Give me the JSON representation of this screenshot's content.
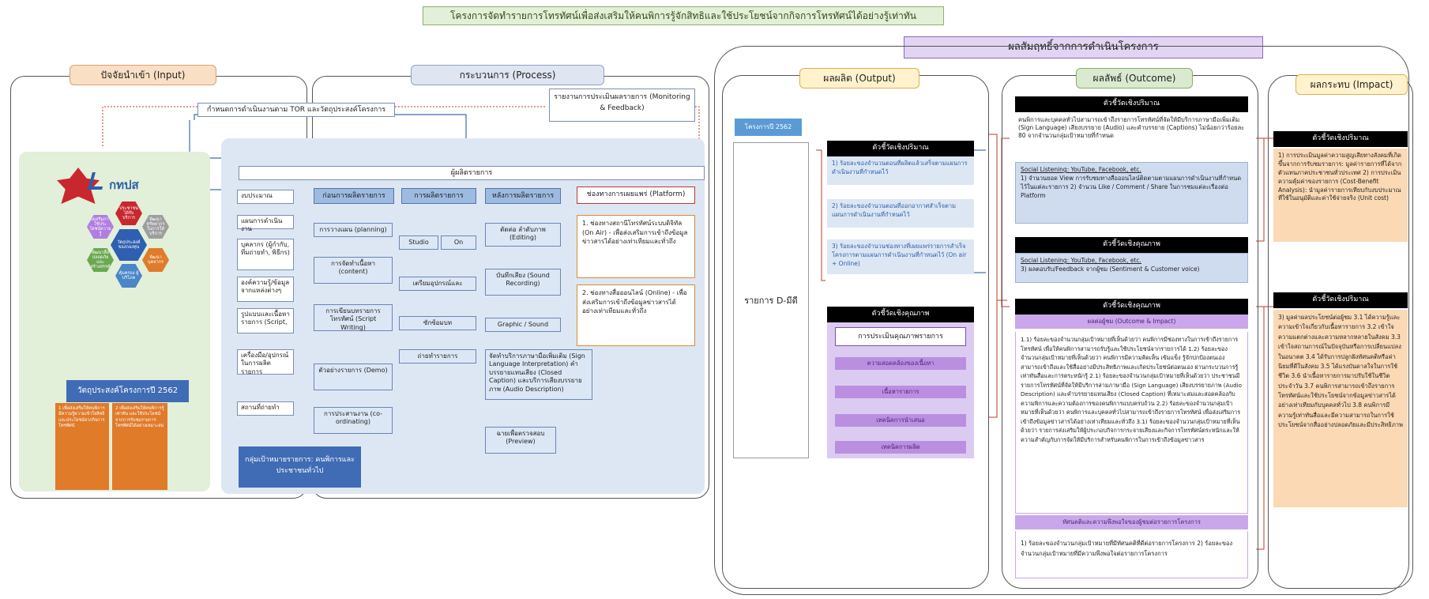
{
  "title": "โครงการจัดทำรายการโทรทัศน์เพื่อส่งเสริมให้คนพิการรู้จักสิทธิและใช้ประโยชน์จากกิจการโทรทัศน์ได้อย่างรู้เท่าทัน",
  "outcome_header": "ผลสัมฤทธิ์จากการดำเนินโครงการ",
  "input": {
    "header": "ปัจจัยนำเข้า (Input)",
    "logo_text": "กทปส",
    "hex_center": "วัตถุประสงค์ ของกองทุน",
    "hex_items": [
      "ประชาชน ได้รับ บริการ",
      "พัฒนา ทรัพยากร ในการให้ บริการ",
      "พัฒนา บุคลากร",
      "คุ้มครอง ผู้บริโภค",
      "พัฒนาสื่อ ปลอดภัย และ สร้างสรรค์",
      "ส่งเสริมการ ใช้ประ โยชน์ความ รู้"
    ],
    "objective_title": "วัตถุประสงค์โครงการปี 2562",
    "objective_1": "1 เพื่อส่งเสริมให้คนพิการมีความรู้ความเข้าใจสิทธิ และประโยชน์จากกิจการโทรทัศน์",
    "objective_2": "2 เพื่อส่งเสริมให้คนพิการรู้เท่าทัน และใช้ประโยชน์จากการรับชมรายการโทรทัศน์ได้อย่างเหมาะสม"
  },
  "process": {
    "header": "กระบวนการ (Process)",
    "tor_label": "กำหนดการดำเนินงานตาม TOR และวัตถุประสงค์โครงการ",
    "monitoring_label": "รายงานการประเมินผลรายการ (Monitoring & Feedback)",
    "producer": "ผู้ผลิตรายการ",
    "resources": [
      "งบประมาณ",
      "แผนการดำเนินงาน",
      "บุคลากร (ผู้กำกับ, ทีมถ่ายทำ, พิธีกร)",
      "องค์ความรู้/ข้อมูลจากแหล่งต่างๆ",
      "รูปแบบและเนื้อหารายการ (Script,",
      "เครื่องมือ/อุปกรณ์ในการผลิตรายการ",
      "สถานที่ถ่ายทำ"
    ],
    "pre_head": "ก่อนการผลิตรายการ",
    "pre_steps": [
      "การวางแผน (planning)",
      "การจัดทำเนื้อหา (content)",
      "การเขียนบทรายการโทรทัศน์ (Script Writing)",
      "ตัวอย่างรายการ (Demo)",
      "การประสานงาน (co-ordinating)"
    ],
    "prod_head": "การผลิตรายการ",
    "prod_studio": "Studio",
    "prod_on": "On",
    "prod_steps": [
      "เตรียมอุปกรณ์และ",
      "ซักซ้อมบท",
      "ถ่ายทำรายการ"
    ],
    "post_head": "หลังการผลิตรายการ",
    "post_steps": [
      "ตัดต่อ ลำดับภาพ (Editing)",
      "บันทึกเสียง (Sound Recording)",
      "Graphic / Sound",
      "จัดทำบริการภาษามือเพิ่มเติม (Sign Language Interpretation) คำบรรยายแทนเสียง (Closed Caption) และบริการเสียงบรรยายภาพ (Audio Description)",
      "ฉายเพื่อตรวจสอบ (Preview)"
    ],
    "platform_head": "ช่องทางการเผยแพร่ (Platform)",
    "platform_1": "1. ช่องทางสถานีโทรทัศน์ระบบดิจิทัล (On Air) - เพื่อส่งเสริมการเข้าถึงข้อมูลข่าวสารได้อย่างเท่าเทียมและทั่วถึง",
    "platform_2": "2. ช่องทางสื่อออนไลน์ (Online) - เพื่อส่งเสริมการเข้าถึงข้อมูลข่าวสารได้อย่างเท่าเทียมและทั่วถึง",
    "target_group": "กลุ่มเป้าหมายรายการ: คนพิการและประชาชนทั่วไป"
  },
  "output": {
    "header": "ผลผลิต (Output)",
    "year": "โครงการปี 2562",
    "program": "รายการ D-มีดี",
    "quant_head": "ตัวชี้วัดเชิงปริมาณ",
    "quant_1": "1) ร้อยละของจำนวนตอนที่ผลิตแล้วเสร็จตามแผนการดำเนินงานที่กำหนดไว้",
    "quant_2": "2) ร้อยละของจำนวนตอนที่ออกอากาศสำเร็จตามแผนการดำเนินงานที่กำหนดไว้",
    "quant_3": "3) ร้อยละของจำนวนช่องทางที่เผยแพร่รายการสำเร็จโครงการตามแผนการดำเนินงานที่กำหนดไว้ (On air + Online)",
    "qual_head": "ตัวชี้วัดเชิงคุณภาพ",
    "qual_title": "การประเมินคุณภาพรายการ",
    "qual_items": [
      "ความสอดคล้องของเนื้อหา",
      "เนื้อหารายการ",
      "เทคนิคการนำเสนอ",
      "เทคนิคการผลิต"
    ]
  },
  "outcome": {
    "header": "ผลลัพธ์ (Outcome)",
    "quant_head": "ตัวชี้วัดเชิงปริมาณ",
    "quant_text": "คนพิการและบุคคลทั่วไปสามารถเข้าถึงรายการโทรทัศน์ที่จัดให้มีบริการภาษามือเพิ่มเติม (Sign Language) เสียงบรรยาย (Audio) และคำบรรยาย (Captions) ไม่น้อยกว่าร้อยละ 80 จากจำนวนกลุ่มเป้าหมายที่กำหนด",
    "social_1": "Social Listening: YouTube, Facebook, etc.",
    "social_1_items": "1) จำนวนยอด View การรับชมทางสื่อออนไลน์ติดตามตามแผนการดำเนินงานที่กำหนดไว้ในแต่ละรายการ 2) จำนวน Like / Comment / Share ในการชมแต่ละเรื่องต่อ Platform",
    "qual_head": "ตัวชี้วัดเชิงคุณภาพ",
    "social_2": "Social Listening: YouTube, Facebook, etc.",
    "social_2_items": "3) ผลตอบรับ/Feedback จากผู้ชม (Sentiment & Customer voice)",
    "qual2_head": "ตัวชี้วัดเชิงคุณภาพ",
    "audience_head": "ผลต่อผู้ชม (Outcome & Impact)",
    "audience_text": "1.1) ร้อยละของจำนวนกลุ่มเป้าหมายที่เห็นด้วยว่า คนพิการมีช่องทางในการเข้าถึงรายการโทรทัศน์ เพื่อให้คนพิการสามารถรับรู้และใช้ประโยชน์จากรายการได้ 1.2) ร้อยละของจำนวนกลุ่มเป้าหมายที่เห็นด้วยว่า คนพิการมีความคิดเห็น เข้มแข็ง รู้จักปกป้องตนเอง สามารถเข้าถึงและใช้สื่ออย่างมีประสิทธิภาพและเกิดประโยชน์ต่อตนเอง ผ่านกระบวนการรู้เท่าทันสื่อและการตระหนักรู้ 2.1) ร้อยละของจำนวนกลุ่มเป้าหมายที่เห็นด้วยว่า ประชาชนมีรายการโทรทัศน์ที่จัดให้มีบริการล่ามภาษามือ (Sign Language) เสียงบรรยายภาพ (Audio Description) และคำบรรยายแทนเสียง (Closed Caption) ที่เหมาะสมและสอดคล้องกับความพิการและความต้องการของคนพิการแบบครบถ้วน 2.2) ร้อยละของจำนวนกลุ่มเป้าหมายที่เห็นด้วยว่า คนพิการและบุคคลทั่วไปสามารถเข้าถึงรายการโทรทัศน์ เพื่อส่งเสริมการเข้าถึงข้อมูลข่าวสารได้อย่างเท่าเทียมและทั่วถึง 3.1) ร้อยละของจำนวนกลุ่มเป้าหมายที่เห็นด้วยว่า รายการส่งเสริมให้ผู้ประกอบกิจการกระจายเสียงและกิจการโทรทัศน์ตระหนักและให้ความสำคัญกับการจัดให้มีบริการสำหรับคนพิการในการเข้าถึงข้อมูลข่าวสาร",
    "attitude_head": "ทัศนคติและความพึงพอใจของผู้ชมต่อรายการโครงการ",
    "attitude_text": "1) ร้อยละของจำนวนกลุ่มเป้าหมายที่มีทัศนคติที่ดีต่อรายการโครงการ 2) ร้อยละของจำนวนกลุ่มเป้าหมายที่มีความพึงพอใจต่อรายการโครงการ"
  },
  "impact": {
    "header": "ผลกระทบ (Impact)",
    "quant_head": "ตัวชี้วัดเชิงปริมาณ",
    "quant_text": "1) การประเมินมูลค่าความสูญเสียทางสังคมที่เกิดขึ้นจากการรับชมรายการ: มูลค่ารายการที่ได้จากตัวแทนภาคประชาชนทั่วประเทศ 2) การประเมินความคุ้มค่าของรายการ (Cost-Benefit Analysis): นำมูลค่ารายการเทียบกับงบประมาณที่ใช้ในอนุมัติและค่าใช้จ่ายจริง (Unit cost)",
    "quant2_head": "ตัวชี้วัดเชิงปริมาณ",
    "quant2_text": "3) มูลค่าผลประโยชน์ต่อผู้ชม 3.1 ได้ความรู้และความเข้าใจเกี่ยวกับเนื้อหารายการ 3.2 เข้าใจความแตกต่างและความหลากหลายในสังคม 3.3 เข้าใจสถานการณ์ในปัจจุบันหรือการเปลี่ยนแปลงในอนาคต 3.4 ได้รับการปลูกฝังทัศนคติหรือค่านิยมที่ดีในสังคม 3.5 ได้แรงบันดาลใจในการใช้ชีวิต 3.6 นำเนื้อหารายการมาปรับใช้ในชีวิตประจำวัน 3.7 คนพิการสามารถเข้าถึงรายการโทรทัศน์และใช้ประโยชน์จากข้อมูลข่าวสารได้อย่างเท่าเทียมกับบุคคลทั่วไป 3.8 คนพิการมีความรู้เท่าทันสื่อและมีความสามารถในการใช้ประโยชน์จากสื่ออย่างปลอดภัยและมีประสิทธิภาพ"
  },
  "colors": {
    "purple": "#7b4fb0",
    "orange": "#e07b2a",
    "blue": "#3f6cb5",
    "red": "#c0392b"
  }
}
